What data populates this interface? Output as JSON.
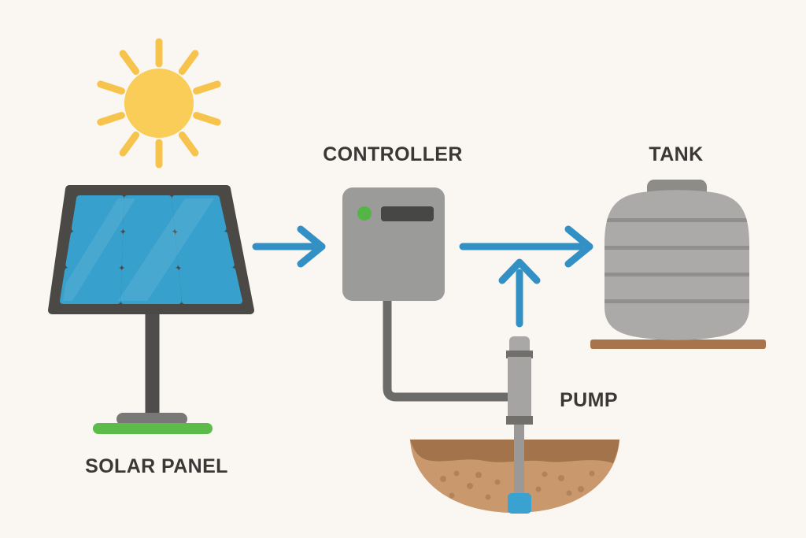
{
  "diagram": {
    "name": "solar-water-pumping-system",
    "labels": {
      "solar_panel": "SOLAR PANEL",
      "controller": "CONTROLLER",
      "tank": "TANK",
      "pump": "PUMP"
    },
    "connections": [
      {
        "from": "solar-panel",
        "to": "controller",
        "type": "arrow"
      },
      {
        "from": "controller",
        "to": "tank",
        "type": "arrow"
      },
      {
        "from": "pump",
        "to": "controller-tank-line",
        "type": "arrow-up"
      },
      {
        "from": "controller",
        "to": "pump",
        "type": "wire"
      }
    ],
    "colors": {
      "background": "#FAF7F2",
      "arrow_blue": "#3390C4",
      "sun_yellow": "#FACC58",
      "ray_yellow": "#F6C44C",
      "panel_blue": "#37A0CC",
      "frame_gray": "#4A4946",
      "pole_gray": "#4E4D4B",
      "foot_gray": "#7A7876",
      "grass_green": "#5CBB49",
      "controller_gray": "#9B9B99",
      "led_green": "#54B445",
      "display_dark": "#474745",
      "wire_gray": "#6B6B69",
      "tank_gray": "#ABAAA8",
      "tank_stripe": "#908F8D",
      "tank_cap": "#8E8C88",
      "plank_brown": "#A8744B",
      "soil_light": "#C9986D",
      "soil_dark": "#A3734C",
      "speckle_brown": "#B2835B",
      "pump_gray": "#A5A4A2",
      "pump_cap_gray": "#A9A8A6",
      "pump_band": "#716F6C",
      "pipe_gray": "#9A9998",
      "pump_tip_blue": "#3AA2D1",
      "label_text": "#3A3836"
    }
  }
}
